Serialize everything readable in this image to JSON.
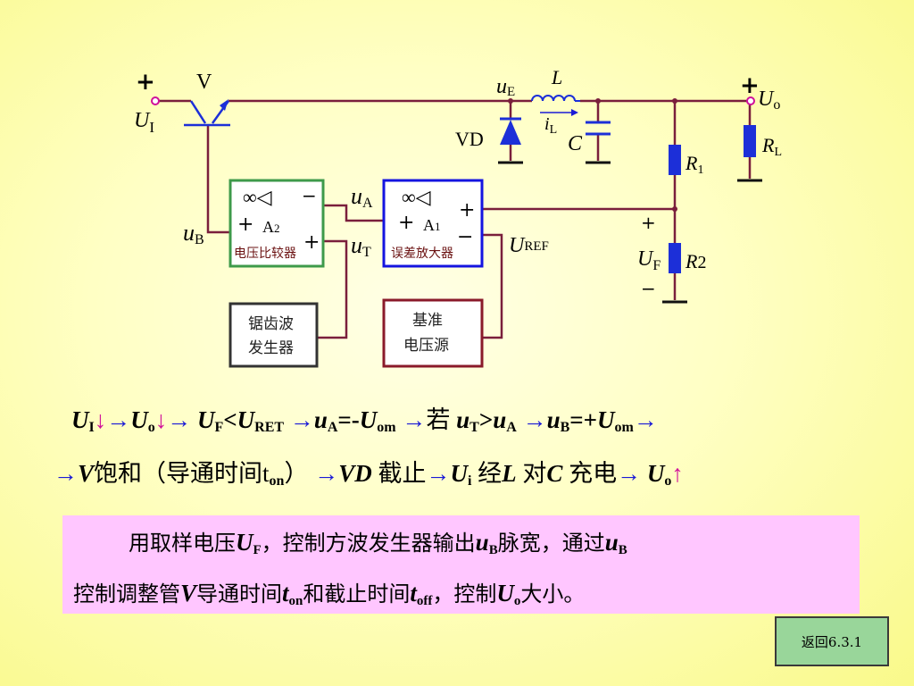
{
  "circuit": {
    "labels": {
      "plus_in": "+",
      "transistor": "V",
      "input_u": "U",
      "input_sub": "I",
      "ue_u": "u",
      "ue_sub": "E",
      "inductor": "L",
      "il_i": "i",
      "il_sub": "L",
      "capacitor": "C",
      "diode": "VD",
      "plus_out": "+",
      "uo_u": "U",
      "uo_sub": "o",
      "rl_r": "R",
      "rl_sub": "L",
      "r1_r": "R",
      "r1_sub": "1",
      "r2_r": "R",
      "r2_sub": "2",
      "uf_plus": "+",
      "uf_u": "U",
      "uf_sub": "F",
      "uf_minus": "−",
      "ua_u": "u",
      "ua_sub": "A",
      "ut_u": "u",
      "ut_sub": "T",
      "ub_u": "u",
      "ub_sub": "B",
      "uref_u": "U",
      "uref_sub": "REF"
    },
    "a2": {
      "sym": "∞◁",
      "minus": "−",
      "plus": "+",
      "plus2": "+",
      "name": "A",
      "name_sub": "2",
      "caption": "电压比较器"
    },
    "a1": {
      "sym": "∞◁",
      "plus": "+",
      "plus_right": "+",
      "minus_right": "−",
      "name": "A",
      "name_sub": "1",
      "caption": "误差放大器"
    },
    "sawtooth": {
      "line1": "锯齿波",
      "line2": "发生器"
    },
    "reference": {
      "line1": "基准",
      "line2": "电压源"
    },
    "colors": {
      "wire": "#7a1f3c",
      "component": "#1c2fd8",
      "a2_border": "#3e9a4a",
      "a1_border": "#1414e0",
      "saw_border": "#333333",
      "ref_border": "#8a1a2a",
      "arrow_blue": "#1a1ad6",
      "arrow_red": "#d0109a"
    }
  },
  "process": {
    "line1": {
      "ui": "U",
      "ui_sub": "I",
      "a1": "↓",
      "a2": "→",
      "uo": "U",
      "uo_sub": "o",
      "a3": "↓",
      "a4": "→",
      "uf": "U",
      "uf_sub": "F",
      "lt": "<",
      "uret": "U",
      "uret_sub": "RET",
      "a5": "→",
      "ua": "u",
      "ua_sub": "A",
      "eq1": "=-",
      "uom": "U",
      "uom_sub": "om",
      "a6": "→",
      "ruo": "若 ",
      "ut": "u",
      "ut_sub": "T",
      "gt": ">",
      "ua2": "u",
      "ua2_sub": "A",
      "a7": "→",
      "ub": "u",
      "ub_sub": "B",
      "eq2": "=+",
      "uom2": "U",
      "uom2_sub": "om",
      "a8": "→"
    },
    "line2": {
      "a1": "→",
      "v": "V",
      "t1": "饱和（导通时间t",
      "t1_sub": "on",
      "t2": "）",
      "a2": "→",
      "vd": "VD",
      "t3": " 截止",
      "a3": "→",
      "ui": "U",
      "ui_sub": "i",
      "t4": " 经",
      "l": "L",
      "t5": " 对",
      "c": "C",
      "t6": " 充电",
      "a4": "→",
      "uo": " U",
      "uo_sub": "o",
      "a5": "↑"
    }
  },
  "note": {
    "p1": "用取样电压",
    "uf": "U",
    "uf_sub": "F",
    "p2": "，控制方波发生器输出",
    "ub": "u",
    "ub_sub": "B",
    "p3": "脉宽，通过",
    "ub2": "u",
    "ub2_sub": "B",
    "p4": "控制调整管",
    "v": "V",
    "p5": "导通时间",
    "ton": "t",
    "ton_sub": "on",
    "p6": "和截止时间",
    "toff": "t",
    "toff_sub": "off",
    "p7": "，控制",
    "uo": "U",
    "uo_sub": "o",
    "p8": "大小。"
  },
  "back_button": {
    "label": "返回6.3.1"
  }
}
